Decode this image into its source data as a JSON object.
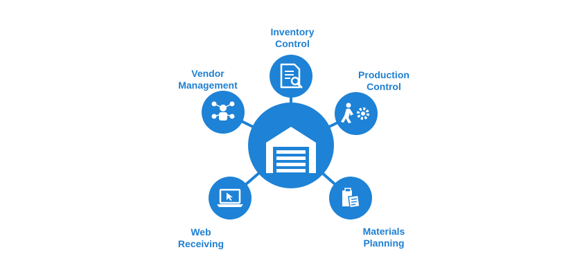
{
  "colors": {
    "node_fill": "#1e82d6",
    "hub_fill": "#1e82d6",
    "connector": "#1e82d6",
    "icon_white": "#ffffff",
    "label_text": "#1e7fd1"
  },
  "hub": {
    "icon": "warehouse-icon"
  },
  "nodes": [
    {
      "id": "inventory",
      "icon": "document-search-icon",
      "label_lines": [
        "Inventory",
        "Control"
      ]
    },
    {
      "id": "vendor",
      "icon": "people-network-icon",
      "label_lines": [
        "Vendor",
        "Management"
      ]
    },
    {
      "id": "production",
      "icon": "worker-gear-icon",
      "label_lines": [
        "Production",
        "Control"
      ]
    },
    {
      "id": "web",
      "icon": "laptop-cursor-icon",
      "label_lines": [
        "Web",
        "Receiving"
      ]
    },
    {
      "id": "materials",
      "icon": "clipboard-box-icon",
      "label_lines": [
        "Materials",
        "Planning"
      ]
    }
  ]
}
